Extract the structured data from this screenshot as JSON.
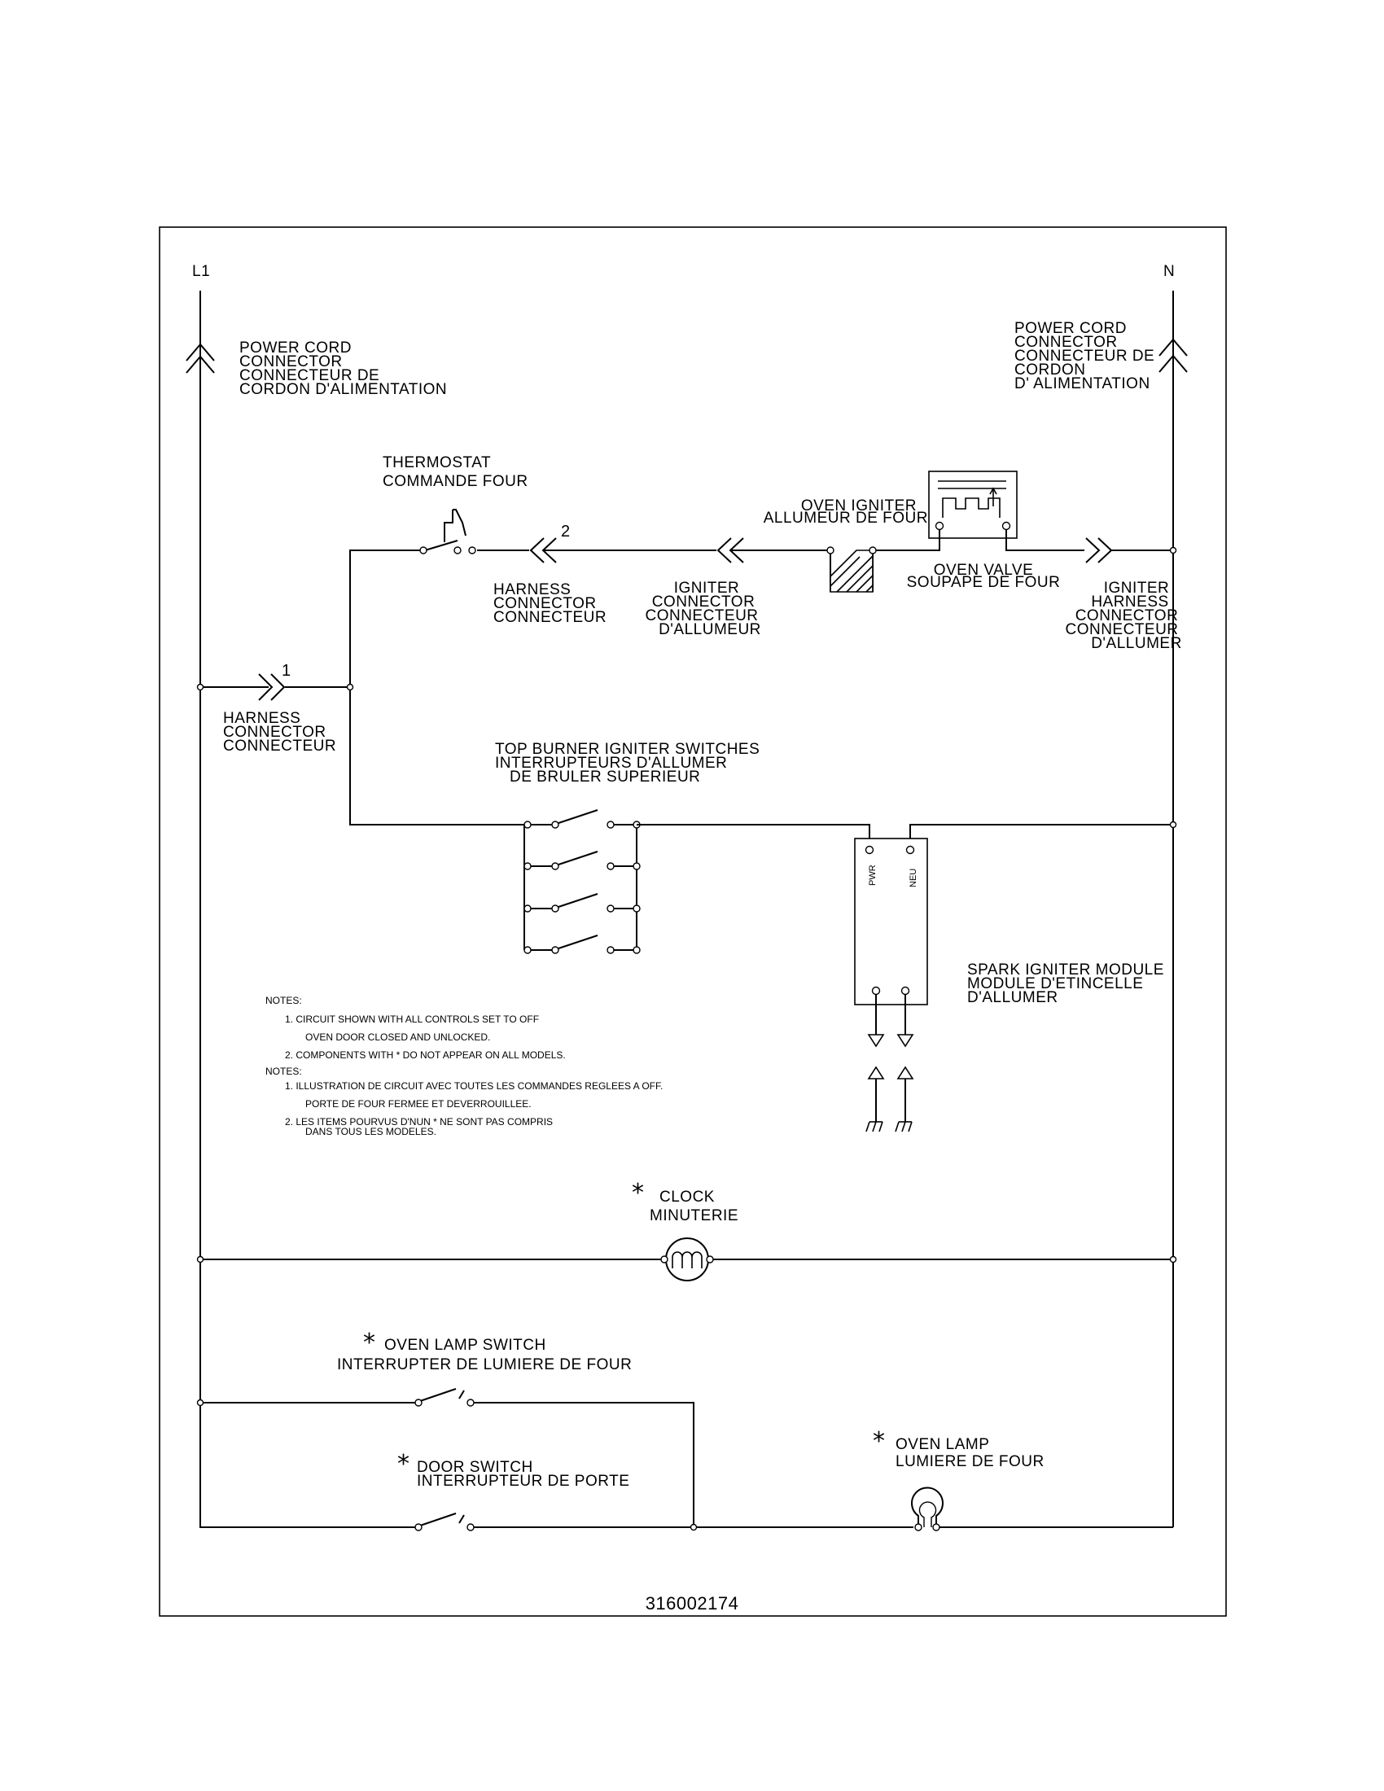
{
  "diagram": {
    "line_l1": "L1",
    "line_n": "N",
    "part_number": "316002174",
    "power_cord_left": [
      "POWER CORD",
      "CONNECTOR",
      "CONNECTEUR DE",
      "CORDON D'ALIMENTATION"
    ],
    "power_cord_right": [
      "POWER CORD",
      "CONNECTOR",
      "CONNECTEUR DE",
      "CORDON",
      "D' ALIMENTATION"
    ],
    "thermostat": [
      "THERMOSTAT",
      "COMMANDE FOUR"
    ],
    "harness_connector_top": [
      "HARNESS",
      "CONNECTOR",
      "CONNECTEUR"
    ],
    "harness_connector_top_num": "2",
    "igniter_connector": [
      "IGNITER",
      "CONNECTOR",
      "CONNECTEUR",
      "D'ALLUMEUR"
    ],
    "oven_igniter": [
      "OVEN IGNITER",
      "ALLUMEUR DE FOUR"
    ],
    "oven_valve": [
      "OVEN VALVE",
      "SOUPAPE DE FOUR"
    ],
    "igniter_harness": [
      "IGNITER",
      "HARNESS",
      "CONNECTOR",
      "CONNECTEUR",
      "D'ALLUMER"
    ],
    "harness_connector_left": [
      "HARNESS",
      "CONNECTOR",
      "CONNECTEUR"
    ],
    "harness_connector_left_num": "1",
    "top_burner": [
      "TOP BURNER IGNITER SWITCHES",
      "INTERRUPTEURS D'ALLUMER",
      "DE BRULER SUPERIEUR"
    ],
    "module_pwr": "PWR",
    "module_neu": "NEU",
    "spark_module": [
      "SPARK IGNITER MODULE",
      "MODULE D'ETINCELLE",
      "D'ALLUMER"
    ],
    "notes_en": [
      "NOTES:",
      "1.  CIRCUIT SHOWN WITH ALL CONTROLS SET TO OFF",
      "OVEN DOOR CLOSED AND UNLOCKED.",
      "2.  COMPONENTS WITH * DO NOT APPEAR ON ALL MODELS."
    ],
    "notes_fr": [
      "NOTES:",
      "1.  ILLUSTRATION DE CIRCUIT AVEC TOUTES LES COMMANDES REGLEES A OFF.",
      "PORTE DE FOUR FERMEE ET DEVERROUILLEE.",
      "2.  LES ITEMS POURVUS D'NUN * NE SONT PAS COMPRIS",
      "DANS TOUS LES MODELES."
    ],
    "asterisk": "*",
    "clock": [
      "CLOCK",
      "MINUTERIE"
    ],
    "oven_lamp_switch": [
      "OVEN LAMP SWITCH",
      "INTERRUPTER DE LUMIERE DE FOUR"
    ],
    "door_switch": [
      "DOOR SWITCH",
      "INTERRUPTEUR DE PORTE"
    ],
    "oven_lamp": [
      "OVEN LAMP",
      "LUMIERE DE FOUR"
    ]
  }
}
